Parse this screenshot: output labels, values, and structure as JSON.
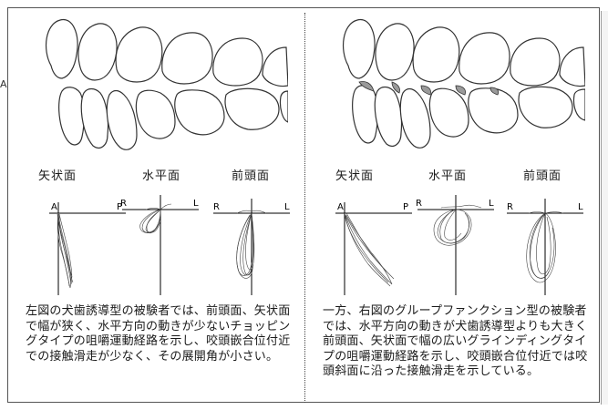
{
  "side_mark": "A",
  "left": {
    "view_labels": [
      "矢状面",
      "水平面",
      "前頭面"
    ],
    "axis": {
      "sagittal": [
        "A",
        "P"
      ],
      "horizontal": [
        "R",
        "L"
      ],
      "frontal": [
        "R",
        "L"
      ]
    },
    "caption": "左図の犬歯誘導型の被験者では、前頭面、矢状面で幅が狭く、水平方向の動きが少ないチョッピングタイプの咀嚼運動経路を示し、咬頭嵌合位付近での接触滑走が少なく、その展開角が小さい。"
  },
  "right": {
    "view_labels": [
      "矢状面",
      "水平面",
      "前頭面"
    ],
    "axis": {
      "sagittal": [
        "A",
        "P"
      ],
      "horizontal": [
        "R",
        "L"
      ],
      "frontal": [
        "R",
        "L"
      ]
    },
    "caption": "一方、右図のグループファンクション型の被験者では、水平方向の動きが犬歯誘導型よりも大きく前頭面、矢状面で幅の広いグラインディングタイプの咀嚼運動経路を示し、咬頭嵌合位付近では咬頭斜面に沿った接触滑走を示している。"
  }
}
